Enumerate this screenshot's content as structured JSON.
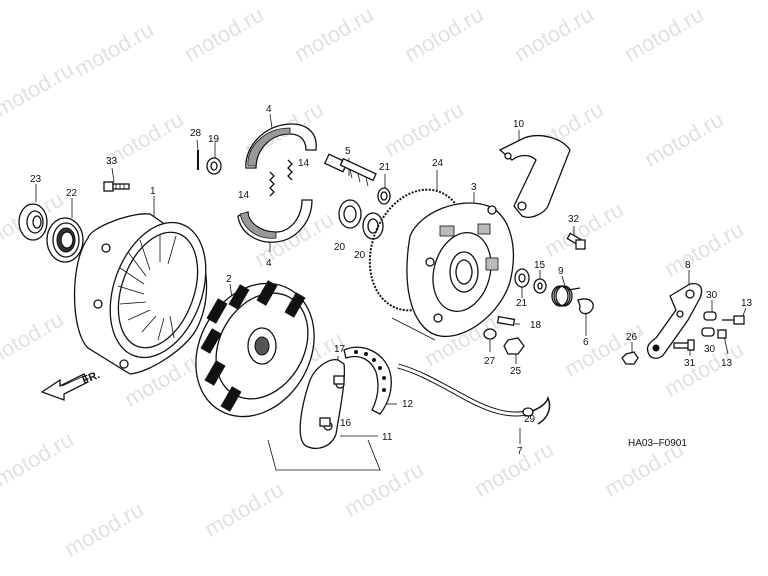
{
  "watermark": "motod.ru",
  "diagram_code": "HA03–F0901",
  "direction_label": "FR.",
  "parts": {
    "p1": "1",
    "p2": "2",
    "p3": "3",
    "p4a": "4",
    "p4b": "4",
    "p5": "5",
    "p6": "6",
    "p7": "7",
    "p8": "8",
    "p9": "9",
    "p10": "10",
    "p11": "11",
    "p12": "12",
    "p13a": "13",
    "p13b": "13",
    "p14a": "14",
    "p14b": "14",
    "p15": "15",
    "p16": "16",
    "p17": "17",
    "p18": "18",
    "p19": "19",
    "p20a": "20",
    "p20b": "20",
    "p21a": "21",
    "p21b": "21",
    "p22": "22",
    "p23": "23",
    "p24": "24",
    "p25": "25",
    "p26": "26",
    "p27": "27",
    "p28": "28",
    "p29": "29",
    "p30a": "30",
    "p30b": "30",
    "p31": "31",
    "p32": "32",
    "p33": "33"
  }
}
